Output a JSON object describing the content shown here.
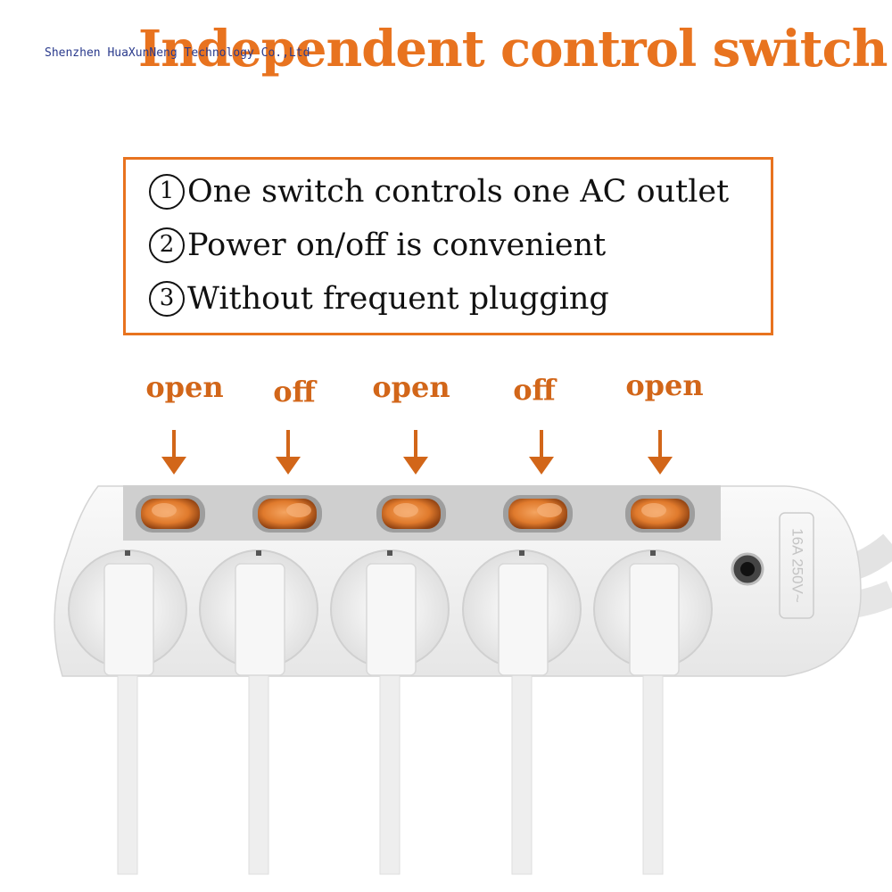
{
  "title": "Independent control switch",
  "watermark": "Shenzhen HuaXunNeng Technology Co.,Ltd",
  "features": [
    {
      "number": "1",
      "text": "One switch controls one AC outlet"
    },
    {
      "number": "2",
      "text": "Power on/off is convenient"
    },
    {
      "number": "3",
      "text": "Without frequent plugging"
    }
  ],
  "switches": [
    {
      "label": "open"
    },
    {
      "label": "off"
    },
    {
      "label": "open"
    },
    {
      "label": "off"
    },
    {
      "label": "open"
    }
  ],
  "rating_label": "16A 250V~",
  "colors": {
    "accent": "#E8731F",
    "label": "#D26619",
    "rocker": "#E07A2C",
    "watermark": "#2A3A8C"
  }
}
